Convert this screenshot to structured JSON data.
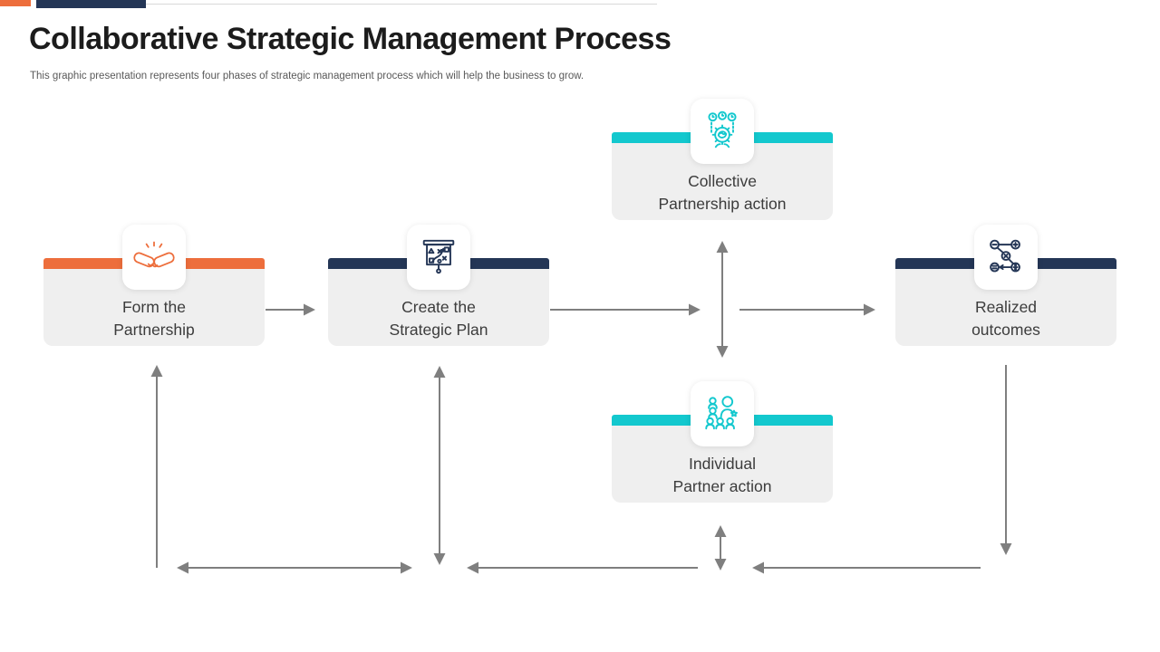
{
  "slide": {
    "title": "Collaborative Strategic Management Process",
    "subtitle": "This graphic presentation represents four phases of strategic management process which will help the business to grow."
  },
  "theme": {
    "orange": "#ED6E3C",
    "navy": "#243656",
    "teal": "#13C8CE",
    "card-bg": "#EFEFEF",
    "arrow": "#7F7F7F",
    "title-color": "#1C1C1C",
    "subtitle-color": "#595959",
    "text-color": "#3C3C3C"
  },
  "phases": [
    {
      "id": "form-partnership",
      "label": "Form the\nPartnership",
      "icon": "handshake-icon",
      "accent": "orange"
    },
    {
      "id": "strategic-plan",
      "label": "Create the\nStrategic Plan",
      "icon": "strategy-board-icon",
      "accent": "navy"
    },
    {
      "id": "collective-action",
      "label": "Collective\nPartnership action",
      "icon": "brainstorm-icon",
      "accent": "teal"
    },
    {
      "id": "individual-action",
      "label": "Individual\nPartner action",
      "icon": "team-icon",
      "accent": "teal"
    },
    {
      "id": "realized-outcomes",
      "label": "Realized\noutcomes",
      "icon": "outcomes-icon",
      "accent": "navy"
    }
  ],
  "connections": [
    "Form the Partnership → Create the Strategic Plan",
    "Create the Strategic Plan → center",
    "center → Realized outcomes",
    "Collective Partnership action ↔ Individual Partner action",
    "feedback loop ↑ Form the Partnership",
    "feedback loop ↕ Create the Strategic Plan",
    "feedback loop ↕ Individual Partner action",
    "Realized outcomes ↓ feedback loop",
    "bottom feedback arrows ← right to left"
  ]
}
